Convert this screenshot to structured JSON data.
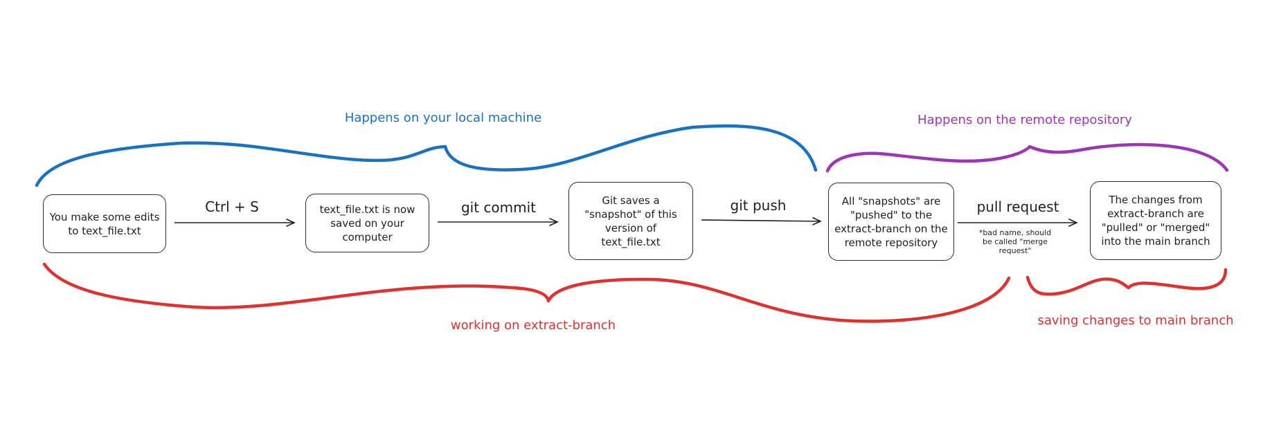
{
  "boxes": [
    {
      "id": "edit",
      "text": "You make some edits to text_file.txt"
    },
    {
      "id": "saved",
      "text": "text_file.txt is now saved on your computer"
    },
    {
      "id": "snapshot",
      "text": "Git saves a \"snapshot\" of this version of text_file.txt"
    },
    {
      "id": "pushed",
      "text": "All \"snapshots\" are \"pushed\" to the extract-branch on the remote repository"
    },
    {
      "id": "merged",
      "text": "The changes from extract-branch are \"pulled\" or \"merged\" into the main branch"
    }
  ],
  "steps": {
    "ctrl_s": "Ctrl + S",
    "git_commit": "git commit",
    "git_push": "git push",
    "pull_request": "pull request",
    "pull_request_note": "*bad name, should be called \"merge request\""
  },
  "scopes": {
    "local": "Happens on your local machine",
    "remote": "Happens on the remote repository",
    "extract_branch": "working on extract-branch",
    "main_branch": "saving changes to main branch"
  },
  "colors": {
    "local": "#1971c2",
    "remote": "#9c36b5",
    "branch": "#e03131",
    "ink": "#1e1e1e"
  }
}
